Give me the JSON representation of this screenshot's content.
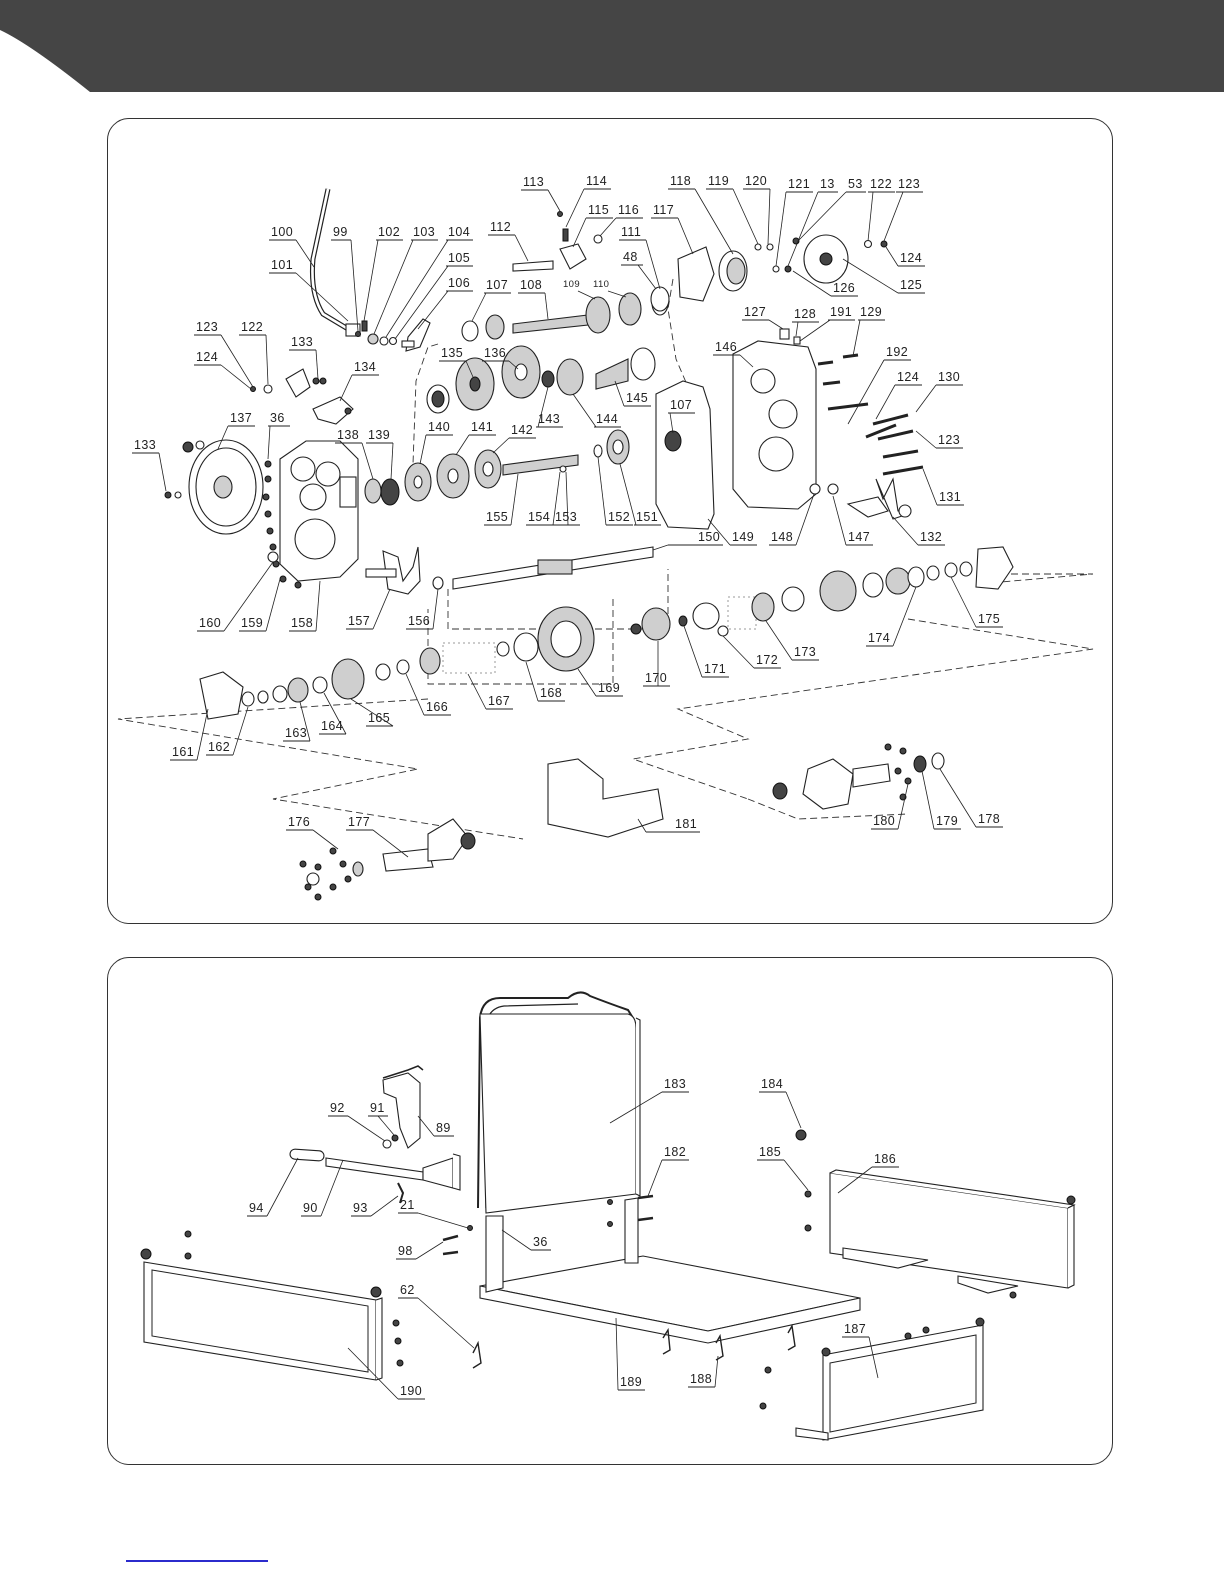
{
  "colors": {
    "header_band": "#454545",
    "outline": "#333333",
    "footer_link": "#2b2bcc"
  },
  "top_panel": {
    "callouts": {
      "c113": "113",
      "c114": "114",
      "c115": "115",
      "c116": "116",
      "c112": "112",
      "c111": "111",
      "c117": "117",
      "c118": "118",
      "c119": "119",
      "c120": "120",
      "c121": "121",
      "c13": "13",
      "c53": "53",
      "c122a": "122",
      "c123a": "123",
      "c124a": "124",
      "c125": "125",
      "c126": "126",
      "c100": "100",
      "c99": "99",
      "c102": "102",
      "c103": "103",
      "c104": "104",
      "c105": "105",
      "c101": "101",
      "c106": "106",
      "c107a": "107",
      "c108": "108",
      "c109": "109",
      "c110": "110",
      "c48": "48",
      "c127": "127",
      "c128": "128",
      "c191": "191",
      "c129": "129",
      "c123b": "123",
      "c122b": "122",
      "c124b": "124",
      "c133a": "133",
      "c134": "134",
      "c135": "135",
      "c136": "136",
      "c145": "145",
      "c146": "146",
      "c192": "192",
      "c124c": "124",
      "c130": "130",
      "c143": "143",
      "c144": "144",
      "c107b": "107",
      "c123c": "123",
      "c137": "137",
      "c36": "36",
      "c133b": "133",
      "c138": "138",
      "c139": "139",
      "c140": "140",
      "c141": "141",
      "c142": "142",
      "c155": "155",
      "c154": "154",
      "c153": "153",
      "c152": "152",
      "c151": "151",
      "c149": "149",
      "c148": "148",
      "c147": "147",
      "c131": "131",
      "c132": "132",
      "c150": "150",
      "c160": "160",
      "c159": "159",
      "c158": "158",
      "c157": "157",
      "c156": "156",
      "c175": "175",
      "c174": "174",
      "c173": "173",
      "c172": "172",
      "c171": "171",
      "c170": "170",
      "c169": "169",
      "c168": "168",
      "c167": "167",
      "c166": "166",
      "c165": "165",
      "c164": "164",
      "c163": "163",
      "c162": "162",
      "c161": "161",
      "c181": "181",
      "c176": "176",
      "c177": "177",
      "c180": "180",
      "c179": "179",
      "c178": "178"
    }
  },
  "bottom_panel": {
    "callouts": {
      "c183": "183",
      "c184": "184",
      "c92": "92",
      "c91": "91",
      "c89": "89",
      "c182": "182",
      "c185": "185",
      "c186": "186",
      "c94": "94",
      "c90": "90",
      "c93": "93",
      "c21": "21",
      "c36": "36",
      "c98": "98",
      "c62": "62",
      "c190": "190",
      "c189": "189",
      "c188": "188",
      "c187": "187"
    }
  }
}
